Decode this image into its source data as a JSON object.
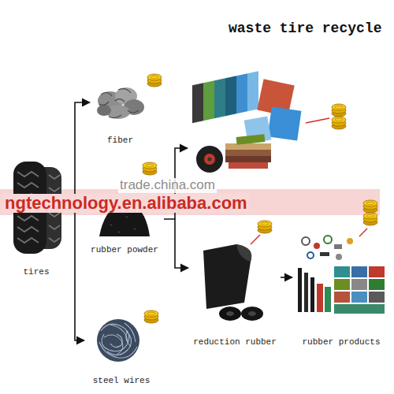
{
  "diagram": {
    "title": "waste tire recycle",
    "nodes": [
      {
        "text": [
          "tires"
        ]
      },
      {
        "text": [
          "fiber"
        ]
      },
      {
        "text": [
          "rubber powder"
        ]
      },
      {
        "text": [
          "steel wires"
        ]
      },
      {
        "text": [
          "reduction rubber"
        ]
      },
      {
        "text": [
          "rubber products"
        ]
      }
    ],
    "edges": [
      {
        "from": 0,
        "to": 1,
        "arrow": "to"
      },
      {
        "from": 0,
        "to": 2,
        "arrow": "to"
      },
      {
        "from": 0,
        "to": 3,
        "arrow": "to"
      },
      {
        "from": 2,
        "to": 4,
        "arrow": "to"
      },
      {
        "from": 4,
        "to": 5,
        "arrow": "to"
      }
    ],
    "labels": [
      "trade.china.com",
      "ngtechnology.en.alibaba.com"
    ]
  }
}
